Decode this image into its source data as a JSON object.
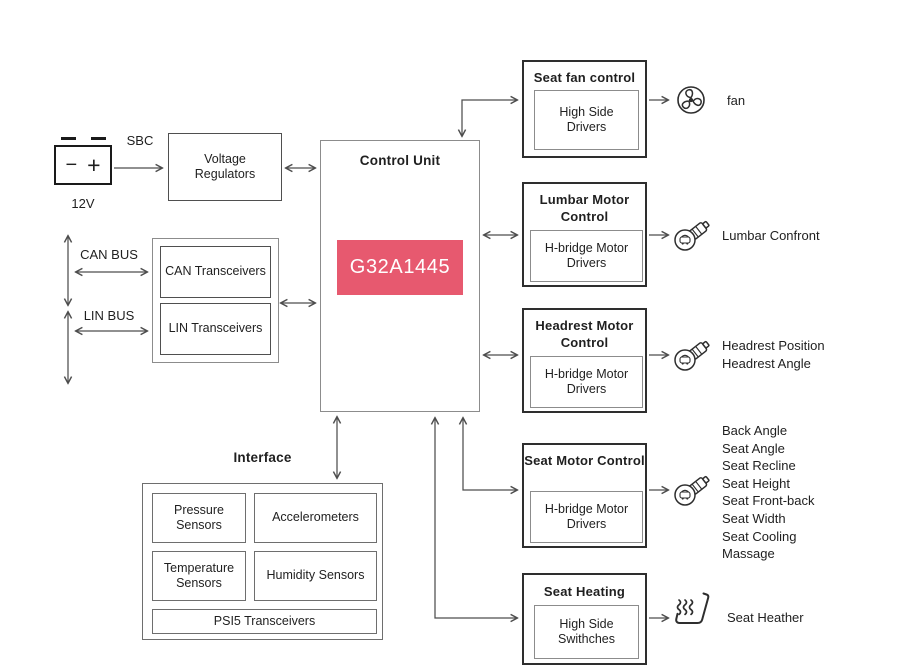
{
  "colors": {
    "chip_bg": "#e7596f",
    "chip_text": "#ffffff",
    "connector": "#4d4d4d",
    "border_dark": "#2e2e2e",
    "border_gray": "#8c8c8c"
  },
  "battery": {
    "voltage": "12V",
    "minus_sign": "−",
    "plus_sign": "+",
    "link_label": "SBC"
  },
  "buses": {
    "can": "CAN BUS",
    "lin": "LIN BUS"
  },
  "left_boxes": {
    "voltage_regulators": "Voltage Regulators",
    "can_transceivers": "CAN Transceivers",
    "lin_transceivers": "LIN Transceivers"
  },
  "control_unit": {
    "title": "Control Unit",
    "chip": "G32A1445"
  },
  "interface": {
    "title": "Interface",
    "cells": [
      "Pressure Sensors",
      "Accelerometers",
      "Temperature Sensors",
      "Humidity Sensors"
    ],
    "footer": "PSI5 Transceivers"
  },
  "right_boxes": [
    {
      "title": "Seat fan control",
      "driver": "High Side Drivers",
      "icon": "fan-icon",
      "outputs": [
        "fan"
      ]
    },
    {
      "title": "Lumbar Motor Control",
      "driver": "H-bridge Motor Drivers",
      "icon": "motor-icon",
      "outputs": [
        "Lumbar Confront"
      ]
    },
    {
      "title": "Headrest Motor Control",
      "driver": "H-bridge Motor Drivers",
      "icon": "motor-icon",
      "outputs": [
        "Headrest Position",
        "Headrest Angle"
      ]
    },
    {
      "title": "Seat Motor Control",
      "driver": "H-bridge Motor Drivers",
      "icon": "motor-icon",
      "outputs": [
        "Back Angle",
        "Seat Angle",
        "Seat Recline",
        "Seat Height",
        "Seat Front-back",
        "Seat Width",
        "Seat Cooling",
        "Massage"
      ]
    },
    {
      "title": "Seat Heating",
      "driver": "High Side Swithches",
      "icon": "seat-heater-icon",
      "outputs": [
        "Seat Heather"
      ]
    }
  ]
}
